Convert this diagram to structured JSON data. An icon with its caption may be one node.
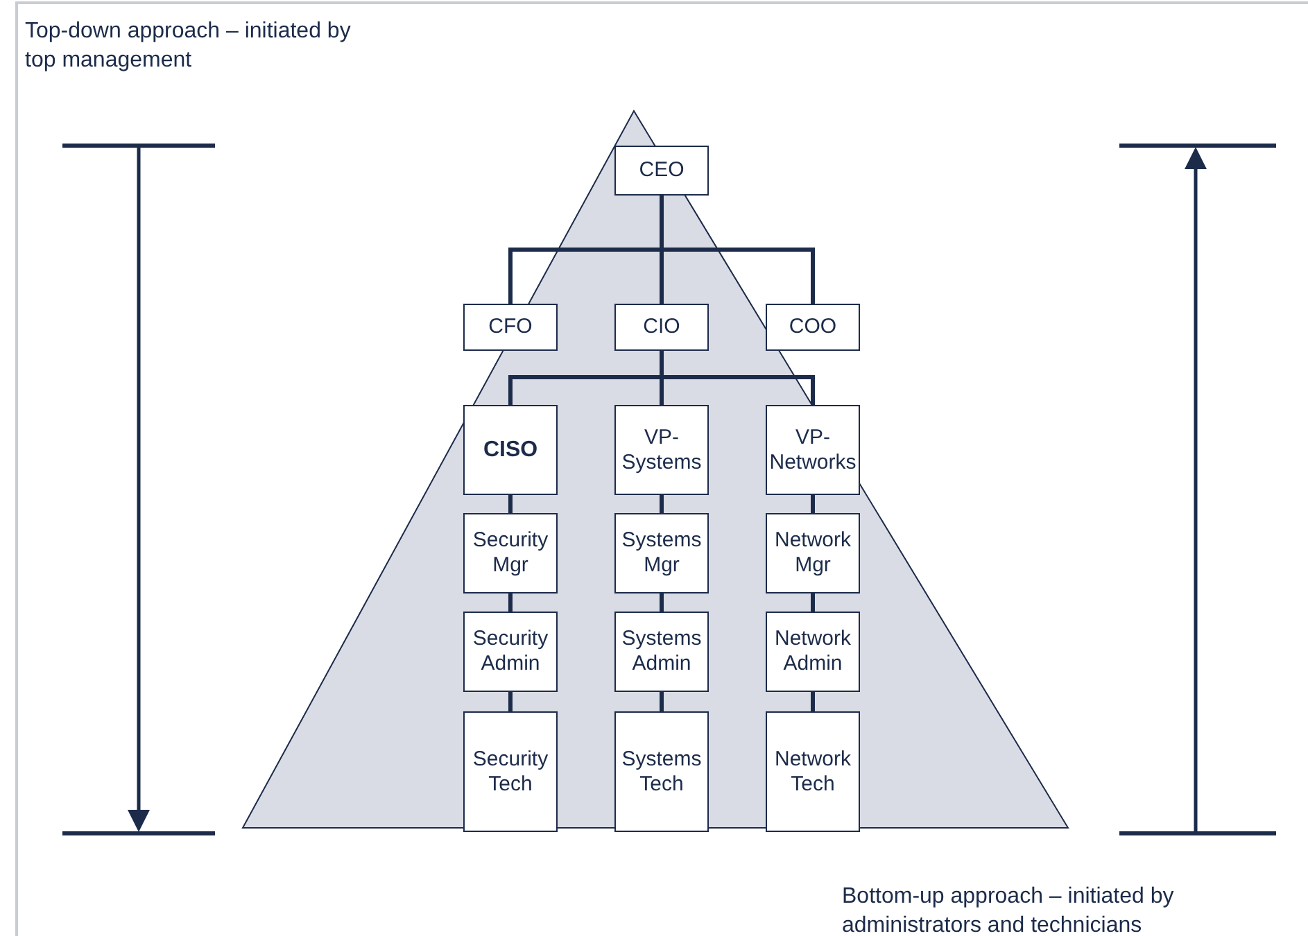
{
  "diagram": {
    "nodes": [
      {
        "text": [
          "CEO"
        ]
      },
      {
        "text": [
          "CFO"
        ]
      },
      {
        "text": [
          "CIO"
        ]
      },
      {
        "text": [
          "COO"
        ]
      },
      {
        "text": [
          "CISO"
        ]
      },
      {
        "text": [
          "VP- Systems"
        ]
      },
      {
        "text": [
          "VP- Networks"
        ]
      },
      {
        "text": [
          "Security Mgr"
        ]
      },
      {
        "text": [
          "Systems Mgr"
        ]
      },
      {
        "text": [
          "Network Mgr"
        ]
      },
      {
        "text": [
          "Security Admin"
        ]
      },
      {
        "text": [
          "Systems Admin"
        ]
      },
      {
        "text": [
          "Network Admin"
        ]
      },
      {
        "text": [
          "Security Tech"
        ]
      },
      {
        "text": [
          "Systems Tech"
        ]
      },
      {
        "text": [
          "Network Tech"
        ]
      }
    ],
    "edges": [
      {
        "from": 0,
        "to": 1,
        "arrow": "none"
      },
      {
        "from": 0,
        "to": 2,
        "arrow": "none"
      },
      {
        "from": 0,
        "to": 3,
        "arrow": "none"
      },
      {
        "from": 2,
        "to": 4,
        "arrow": "none"
      },
      {
        "from": 2,
        "to": 5,
        "arrow": "none"
      },
      {
        "from": 2,
        "to": 6,
        "arrow": "none"
      },
      {
        "from": 4,
        "to": 7,
        "arrow": "none"
      },
      {
        "from": 7,
        "to": 10,
        "arrow": "none"
      },
      {
        "from": 10,
        "to": 13,
        "arrow": "none"
      },
      {
        "from": 5,
        "to": 8,
        "arrow": "none"
      },
      {
        "from": 8,
        "to": 11,
        "arrow": "none"
      },
      {
        "from": 11,
        "to": 14,
        "arrow": "none"
      },
      {
        "from": 6,
        "to": 9,
        "arrow": "none"
      },
      {
        "from": 9,
        "to": 12,
        "arrow": "none"
      },
      {
        "from": 12,
        "to": 15,
        "arrow": "none"
      }
    ],
    "labels": [
      "Top-down approach – initiated by top management",
      "Bottom-up approach – initiated by administrators and technicians"
    ]
  }
}
